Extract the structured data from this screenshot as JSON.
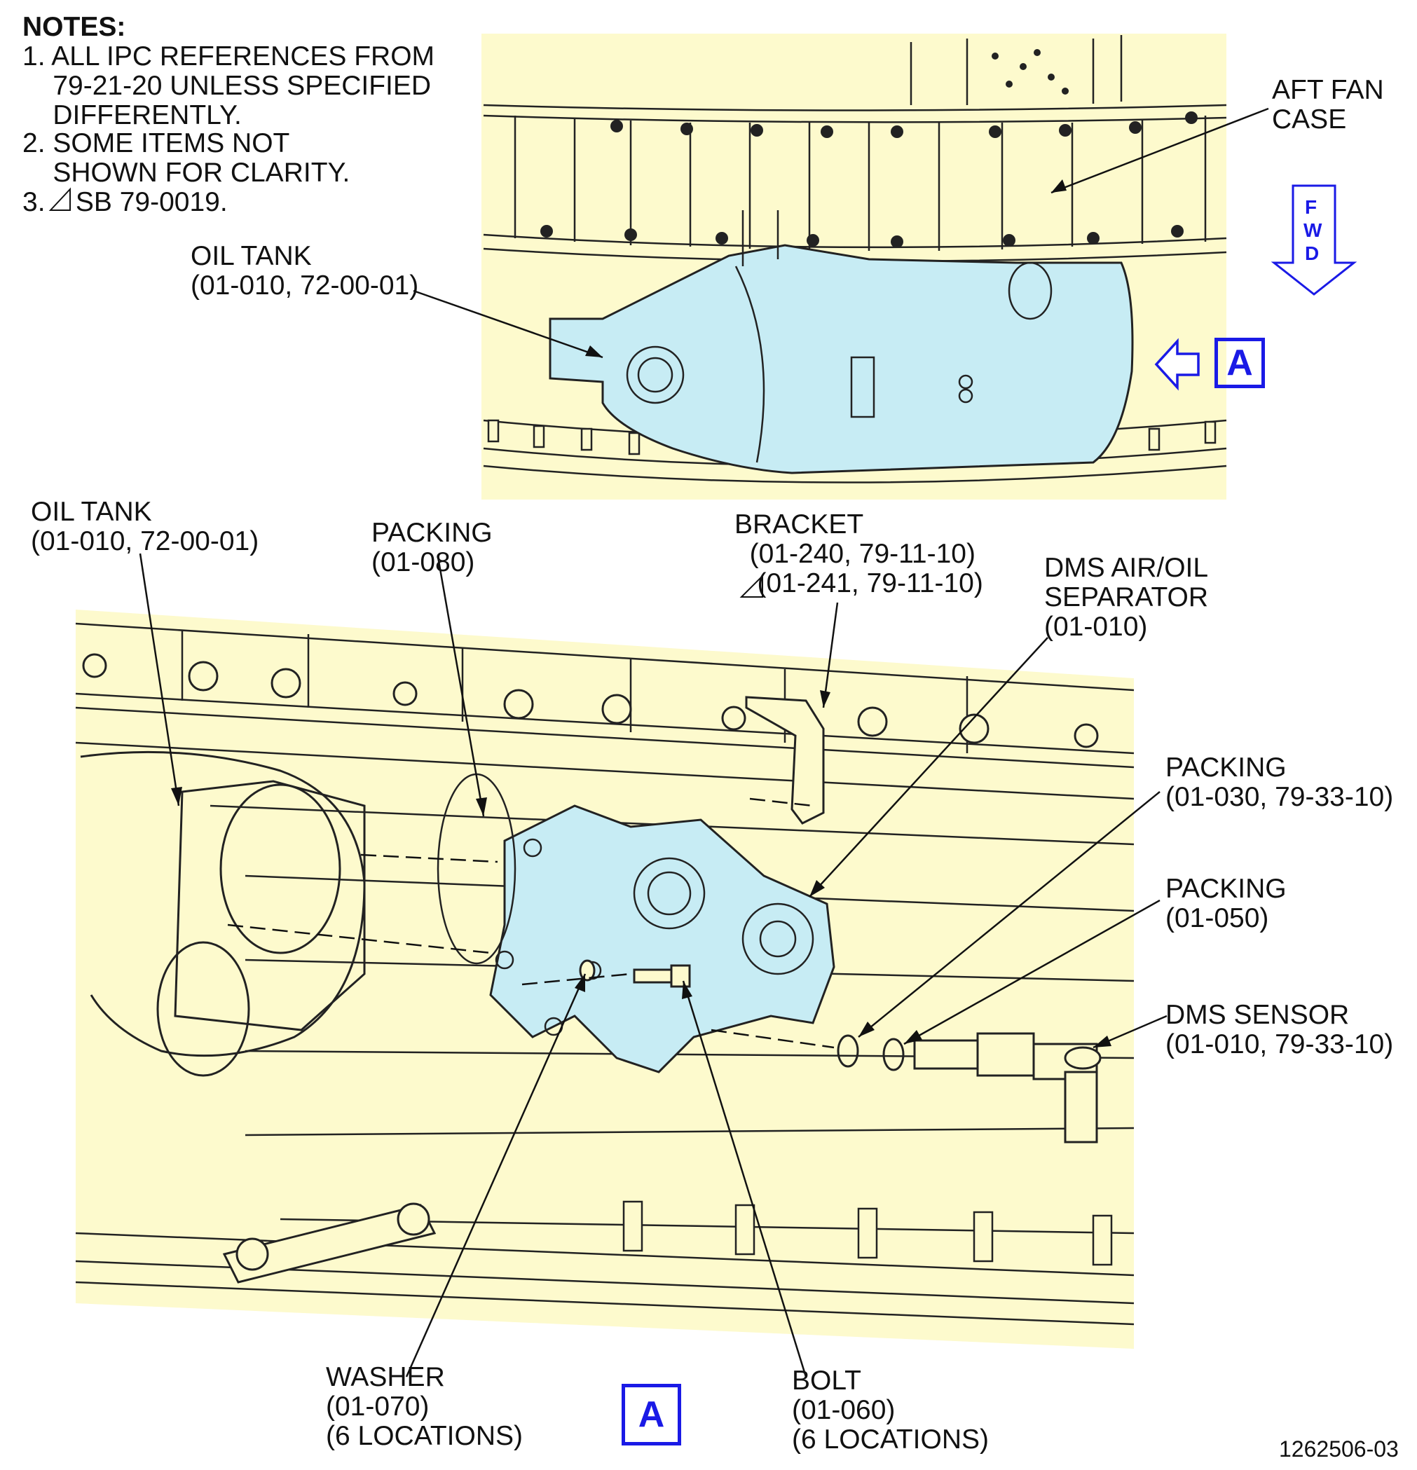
{
  "notes": {
    "title": "NOTES:",
    "items": [
      {
        "label": "1. ALL IPC REFERENCES FROM\n    79-21-20 UNLESS SPECIFIED\n    DIFFERENTLY."
      },
      {
        "label": "2. SOME ITEMS NOT\n    SHOWN FOR CLARITY."
      },
      {
        "label": "3.    SB 79-0019."
      }
    ]
  },
  "top_view": {
    "labels": {
      "oil_tank": "OIL TANK\n(01-010, 72-00-01)",
      "aft_fan_case": "AFT FAN\nCASE",
      "view_ref": "A"
    },
    "fwd_arrow": {
      "letters": [
        "F",
        "W",
        "D"
      ]
    }
  },
  "detail_view": {
    "labels": {
      "oil_tank": "OIL TANK\n(01-010, 72-00-01)",
      "packing_080": "PACKING\n(01-080)",
      "bracket": "BRACKET\n  (01-240, 79-11-10)\n   (01-241, 79-11-10)",
      "dms_separator": "DMS AIR/OIL\nSEPARATOR\n(01-010)",
      "packing_030": "PACKING\n(01-030, 79-33-10)",
      "packing_050": "PACKING\n(01-050)",
      "dms_sensor": "DMS SENSOR\n(01-010, 79-33-10)",
      "washer": "WASHER\n(01-070)\n(6 LOCATIONS)",
      "bolt": "BOLT\n(01-060)\n(6 LOCATIONS)",
      "view_title": "A"
    }
  },
  "figure_id": "1262506-03",
  "colors": {
    "background_panel": "#fdfacd",
    "highlight_part": "#c7ecf4",
    "view_tag": "#1a1ae6",
    "line": "#111111"
  }
}
